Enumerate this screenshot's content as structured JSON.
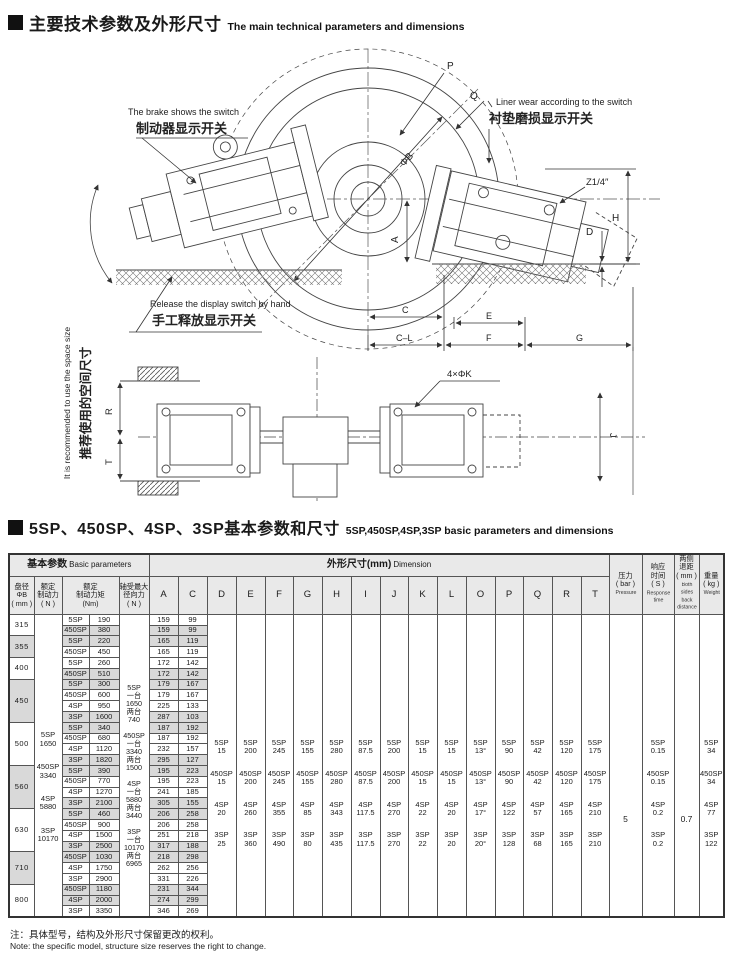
{
  "page": {
    "section1_title_zh": "主要技术参数及外形尺寸",
    "section1_title_en": "The main technical parameters and dimensions",
    "section2_title_zh": "5SP、450SP、4SP、3SP基本参数和尺寸",
    "section2_title_en": "5SP,450SP,4SP,3SP basic parameters and dimensions",
    "note_zh": "注：具体型号，结构及外形尺寸保留更改的权利。",
    "note_en": "Note: the specific model, structure size reserves the right to change."
  },
  "drawing": {
    "ann": {
      "brake_en": "The brake shows the switch",
      "brake_zh": "制动器显示开关",
      "liner_en": "Liner wear according to the switch",
      "liner_zh": "衬垫磨损显示开关",
      "release_en": "Release the display switch by hand",
      "release_zh": "手工释放显示开关",
      "space_en": "It is recommended to use the space size",
      "space_zh": "推荐使用的空间尺寸"
    },
    "labels": {
      "p": "P",
      "q": "Q",
      "phib": "ΦB",
      "a": "A",
      "h": "H",
      "d": "D",
      "thread": "Z1/4″",
      "c": "C",
      "e": "E",
      "cl": "C–L",
      "f": "F",
      "g": "G",
      "holes": "4×ΦK",
      "r": "R",
      "t": "T",
      "j": "J"
    }
  },
  "table": {
    "header": {
      "basic_zh": "基本参数",
      "basic_en": "Basic parameters",
      "dim_zh": "外形尺寸(mm)",
      "dim_en": "Dimension",
      "col_diameter": "盘径ΦB\n( mm )",
      "col_force": "额定\n制动力\n( N )",
      "col_torque": "额定\n制动力矩\n(Nm)",
      "col_radial": "轴受最大\n径向力\n( N )",
      "col_pressure_zh": "压力\n( bar )",
      "col_pressure_en": "Pressure",
      "col_response_zh": "响应\n时间\n( S )",
      "col_response_en": "Response time",
      "col_back_zh": "两侧\n退距\n( mm )",
      "col_back_en": "Both sides back distance",
      "col_weight_zh": "重量\n( kg )",
      "col_weight_en": "Weight",
      "letters": [
        "A",
        "C",
        "D",
        "E",
        "F",
        "G",
        "H",
        "I",
        "J",
        "K",
        "L",
        "O",
        "P",
        "Q",
        "R",
        "T"
      ]
    },
    "groups": [
      {
        "diameter": "315",
        "rows": [
          {
            "model": "5SP",
            "torque": "190",
            "a": "159",
            "c": "99"
          },
          {
            "model": "450SP",
            "torque": "380",
            "a": "159",
            "c": "99"
          }
        ]
      },
      {
        "diameter": "355",
        "rows": [
          {
            "model": "5SP",
            "torque": "220",
            "a": "165",
            "c": "119"
          },
          {
            "model": "450SP",
            "torque": "450",
            "a": "165",
            "c": "119"
          }
        ]
      },
      {
        "diameter": "400",
        "rows": [
          {
            "model": "5SP",
            "torque": "260",
            "a": "172",
            "c": "142"
          },
          {
            "model": "450SP",
            "torque": "510",
            "a": "172",
            "c": "142"
          }
        ]
      },
      {
        "diameter": "450",
        "rows": [
          {
            "model": "5SP",
            "torque": "300",
            "a": "179",
            "c": "167"
          },
          {
            "model": "450SP",
            "torque": "600",
            "a": "179",
            "c": "167"
          },
          {
            "model": "4SP",
            "torque": "950",
            "a": "225",
            "c": "133"
          },
          {
            "model": "3SP",
            "torque": "1600",
            "a": "287",
            "c": "103"
          }
        ]
      },
      {
        "diameter": "500",
        "rows": [
          {
            "model": "5SP",
            "torque": "340",
            "a": "187",
            "c": "192"
          },
          {
            "model": "450SP",
            "torque": "680",
            "a": "187",
            "c": "192"
          },
          {
            "model": "4SP",
            "torque": "1120",
            "a": "232",
            "c": "157"
          },
          {
            "model": "3SP",
            "torque": "1820",
            "a": "295",
            "c": "127"
          }
        ]
      },
      {
        "diameter": "560",
        "rows": [
          {
            "model": "5SP",
            "torque": "390",
            "a": "195",
            "c": "223"
          },
          {
            "model": "450SP",
            "torque": "770",
            "a": "195",
            "c": "223"
          },
          {
            "model": "4SP",
            "torque": "1270",
            "a": "241",
            "c": "185"
          },
          {
            "model": "3SP",
            "torque": "2100",
            "a": "305",
            "c": "155"
          }
        ]
      },
      {
        "diameter": "630",
        "rows": [
          {
            "model": "5SP",
            "torque": "460",
            "a": "206",
            "c": "258"
          },
          {
            "model": "450SP",
            "torque": "900",
            "a": "206",
            "c": "258"
          },
          {
            "model": "4SP",
            "torque": "1500",
            "a": "251",
            "c": "218"
          },
          {
            "model": "3SP",
            "torque": "2500",
            "a": "317",
            "c": "188"
          }
        ]
      },
      {
        "diameter": "710",
        "rows": [
          {
            "model": "450SP",
            "torque": "1030",
            "a": "218",
            "c": "298"
          },
          {
            "model": "4SP",
            "torque": "1750",
            "a": "262",
            "c": "256"
          },
          {
            "model": "3SP",
            "torque": "2900",
            "a": "331",
            "c": "226"
          }
        ]
      },
      {
        "diameter": "800",
        "rows": [
          {
            "model": "450SP",
            "torque": "1180",
            "a": "231",
            "c": "344"
          },
          {
            "model": "4SP",
            "torque": "2000",
            "a": "274",
            "c": "299"
          },
          {
            "model": "3SP",
            "torque": "3350",
            "a": "346",
            "c": "269"
          }
        ]
      }
    ],
    "merged": {
      "force": [
        "5SP\n1650",
        "450SP\n3340",
        "4SP\n5880",
        "3SP\n10170"
      ],
      "radial": [
        "5SP\n一台\n1650\n两台\n740",
        "450SP\n一台\n3340\n两台\n1500",
        "4SP\n一台\n5880\n两台\n3440",
        "3SP\n一台\n10170\n两台\n6965"
      ],
      "dims": {
        "D": [
          "5SP\n15",
          "450SP\n15",
          "4SP\n20",
          "3SP\n25"
        ],
        "E": [
          "5SP\n200",
          "450SP\n200",
          "4SP\n260",
          "3SP\n360"
        ],
        "F": [
          "5SP\n245",
          "450SP\n245",
          "4SP\n355",
          "3SP\n490"
        ],
        "G": [
          "5SP\n155",
          "450SP\n155",
          "4SP\n85",
          "3SP\n80"
        ],
        "H": [
          "5SP\n280",
          "450SP\n280",
          "4SP\n343",
          "3SP\n435"
        ],
        "I": [
          "5SP\n87.5",
          "450SP\n87.5",
          "4SP\n117.5",
          "3SP\n117.5"
        ],
        "J": [
          "5SP\n200",
          "450SP\n200",
          "4SP\n270",
          "3SP\n270"
        ],
        "K": [
          "5SP\n15",
          "450SP\n15",
          "4SP\n22",
          "3SP\n22"
        ],
        "L": [
          "5SP\n15",
          "450SP\n15",
          "4SP\n20",
          "3SP\n20"
        ],
        "O": [
          "5SP\n13°",
          "450SP\n13°",
          "4SP\n17°",
          "3SP\n20°"
        ],
        "P": [
          "5SP\n90",
          "450SP\n90",
          "4SP\n122",
          "3SP\n128"
        ],
        "Q": [
          "5SP\n42",
          "450SP\n42",
          "4SP\n57",
          "3SP\n68"
        ],
        "R": [
          "5SP\n120",
          "450SP\n120",
          "4SP\n165",
          "3SP\n165"
        ],
        "T": [
          "5SP\n175",
          "450SP\n175",
          "4SP\n210",
          "3SP\n210"
        ]
      },
      "pressure": "5",
      "response": [
        "5SP\n0.15",
        "450SP\n0.15",
        "4SP\n0.2",
        "3SP\n0.2"
      ],
      "back_distance": "0.7",
      "weight": [
        "5SP\n34",
        "450SP\n34",
        "4SP\n77",
        "3SP\n122"
      ]
    }
  }
}
